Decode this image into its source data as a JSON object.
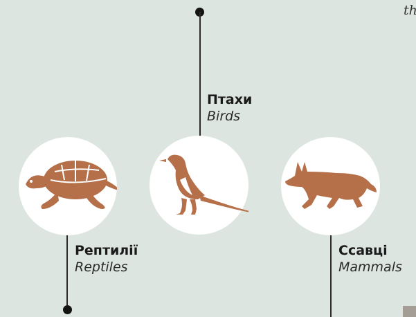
{
  "colors": {
    "background": "#dde5e1",
    "circle": "#ffffff",
    "silhouette": "#b5704a",
    "line": "#2b2b2b"
  },
  "corner_text": "th",
  "groups": [
    {
      "id": "reptiles",
      "name_uk": "Рептилії",
      "name_en": "Reptiles",
      "icon": "turtle-icon"
    },
    {
      "id": "birds",
      "name_uk": "Птахи",
      "name_en": "Birds",
      "icon": "magpie-icon"
    },
    {
      "id": "mammals",
      "name_uk": "Ссавці",
      "name_en": "Mammals",
      "icon": "fox-icon"
    }
  ]
}
